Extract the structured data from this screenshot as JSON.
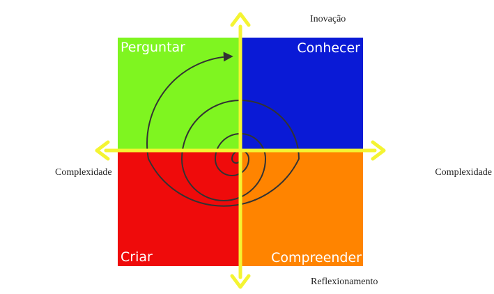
{
  "quadrants": {
    "top_left": {
      "label": "Perguntar",
      "color": "#7ff520"
    },
    "top_right": {
      "label": "Conhecer",
      "color": "#0a1ad6"
    },
    "bottom_left": {
      "label": "Criar",
      "color": "#ef0b0b"
    },
    "bottom_right": {
      "label": "Compreender",
      "color": "#ff8400"
    }
  },
  "axes": {
    "top": "Inovação",
    "bottom": "Reflexionamento",
    "left": "Complexidade",
    "right": "Complexidade",
    "color": "#f4f432"
  },
  "spiral": {
    "color": "#333333"
  }
}
